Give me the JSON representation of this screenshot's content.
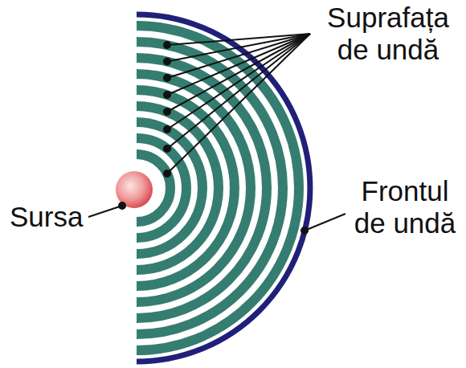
{
  "diagram": {
    "labels": [
      "Suprafața de undă",
      "Frontul de undă",
      "Sursa"
    ]
  }
}
